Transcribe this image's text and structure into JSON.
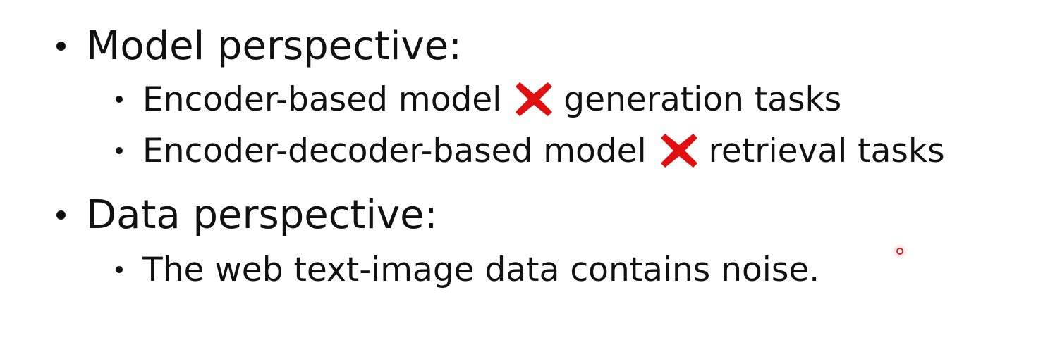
{
  "slide": {
    "items": [
      {
        "bullet": "Model perspective:",
        "subitems": [
          {
            "left": "Encoder-based model",
            "right": "generation tasks",
            "mark_icon": "red-cross-mark"
          },
          {
            "left": "Encoder-decoder-based model",
            "right": "retrieval tasks",
            "mark_icon": "red-cross-mark"
          }
        ]
      },
      {
        "bullet": "Data perspective:",
        "subitems": [
          {
            "text": "The web text-image data contains noise."
          }
        ]
      }
    ],
    "colors": {
      "text": "#111111",
      "cross_mark": "#e01010",
      "pointer": "#d81e1e",
      "background": "#ffffff"
    },
    "pointer_icon": "laser-pointer-icon"
  }
}
